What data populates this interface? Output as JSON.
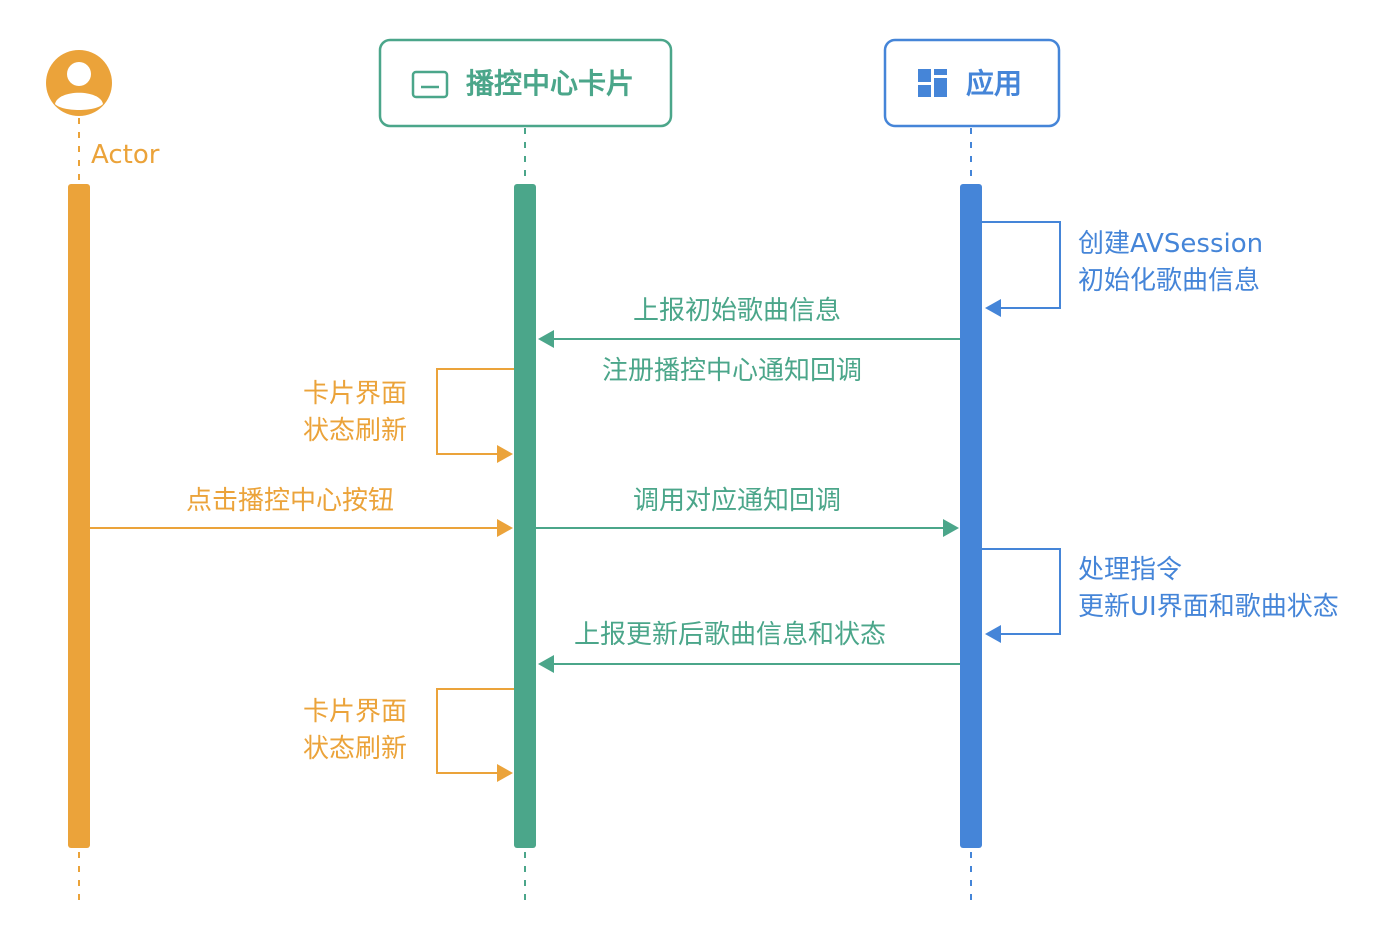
{
  "participants": {
    "actor": {
      "label": "Actor",
      "color": "#EBA33A",
      "icon": "user-avatar-icon"
    },
    "card": {
      "label": "播控中心卡片",
      "color": "#4BA68A",
      "icon": "card-icon"
    },
    "app": {
      "label": "应用",
      "color": "#4585D8",
      "icon": "grid-app-icon"
    }
  },
  "messages": {
    "app_self_1": {
      "line1": "创建AVSession",
      "line2": "初始化歌曲信息"
    },
    "app_to_card_1": {
      "above": "上报初始歌曲信息",
      "below": "注册播控中心通知回调"
    },
    "card_self_1": {
      "line1": "卡片界面",
      "line2": "状态刷新"
    },
    "actor_to_card": {
      "label": "点击播控中心按钮"
    },
    "card_to_app": {
      "label": "调用对应通知回调"
    },
    "app_self_2": {
      "line1": "处理指令",
      "line2": "更新UI界面和歌曲状态"
    },
    "app_to_card_2": {
      "label": "上报更新后歌曲信息和状态"
    },
    "card_self_2": {
      "line1": "卡片界面",
      "line2": "状态刷新"
    }
  }
}
